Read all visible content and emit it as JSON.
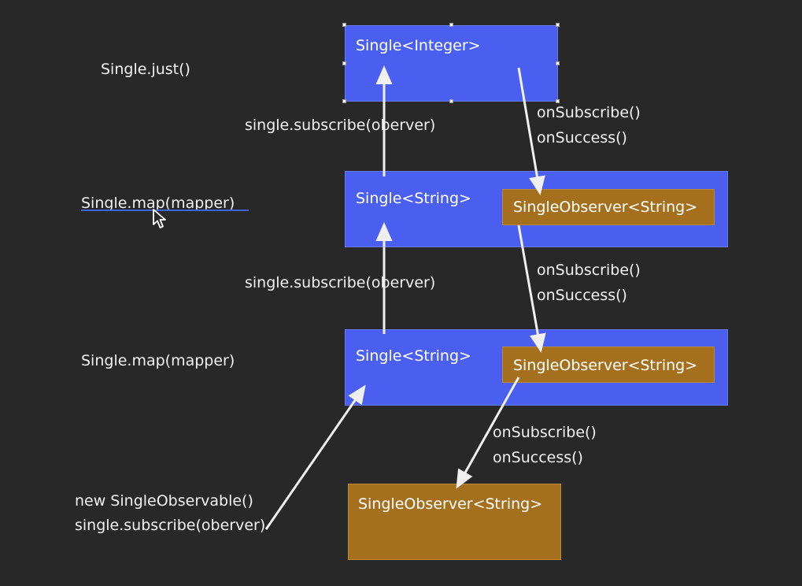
{
  "left_labels": {
    "single_just": "Single.just()",
    "single_map_1": "Single.map(mapper)",
    "single_map_2": "Single.map(mapper)",
    "new_single_observable": "new SingleObservable()",
    "subscribe_bottom": "single.subscribe(oberver)"
  },
  "subscribe_labels": [
    "single.subscribe(oberver)",
    "single.subscribe(oberver)"
  ],
  "boxes": {
    "single_integer": "Single<Integer>",
    "single_string_1": "Single<String>",
    "single_string_2": "Single<String>",
    "observer_1": "SingleObserver<String>",
    "observer_2": "SingleObserver<String>",
    "observer_3": "SingleObserver<String>"
  },
  "callbacks": [
    {
      "subscribe": "onSubscribe()",
      "success": "onSuccess()"
    },
    {
      "subscribe": "onSubscribe()",
      "success": "onSuccess()"
    },
    {
      "subscribe": "onSubscribe()",
      "success": "onSuccess()"
    }
  ],
  "colors": {
    "background": "#282828",
    "single_box": "#4a5ff0",
    "observer_box": "#a4701e",
    "arrow": "#f0f0f0",
    "underline": "#3d63d8"
  },
  "icons": {
    "cursor": "mouse-pointer-icon"
  }
}
